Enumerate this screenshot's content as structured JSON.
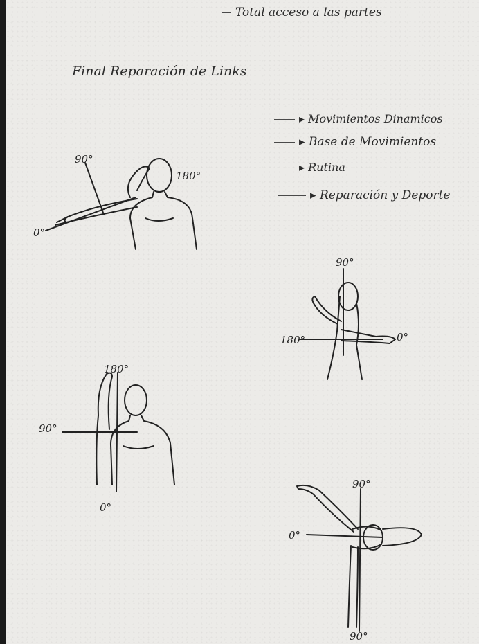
{
  "top_line": "Total acceso a las partes",
  "title": "Final Reparación de Links",
  "list_items": [
    "Movimientos Dinamicos",
    "Base de Movimientos",
    "Rutina",
    "Reparación y Deporte"
  ],
  "figures": {
    "figure_1": {
      "label_top": "90°",
      "label_right": "180°",
      "label_left": "0°"
    },
    "figure_2": {
      "label_top": "90°",
      "label_left": "180°",
      "label_right": "0°"
    },
    "figure_3": {
      "label_top": "180°",
      "label_left": "90°",
      "label_bottom": "0°"
    },
    "figure_4": {
      "label_top": "90°",
      "label_left": "0°",
      "label_bottom": "90°"
    }
  }
}
